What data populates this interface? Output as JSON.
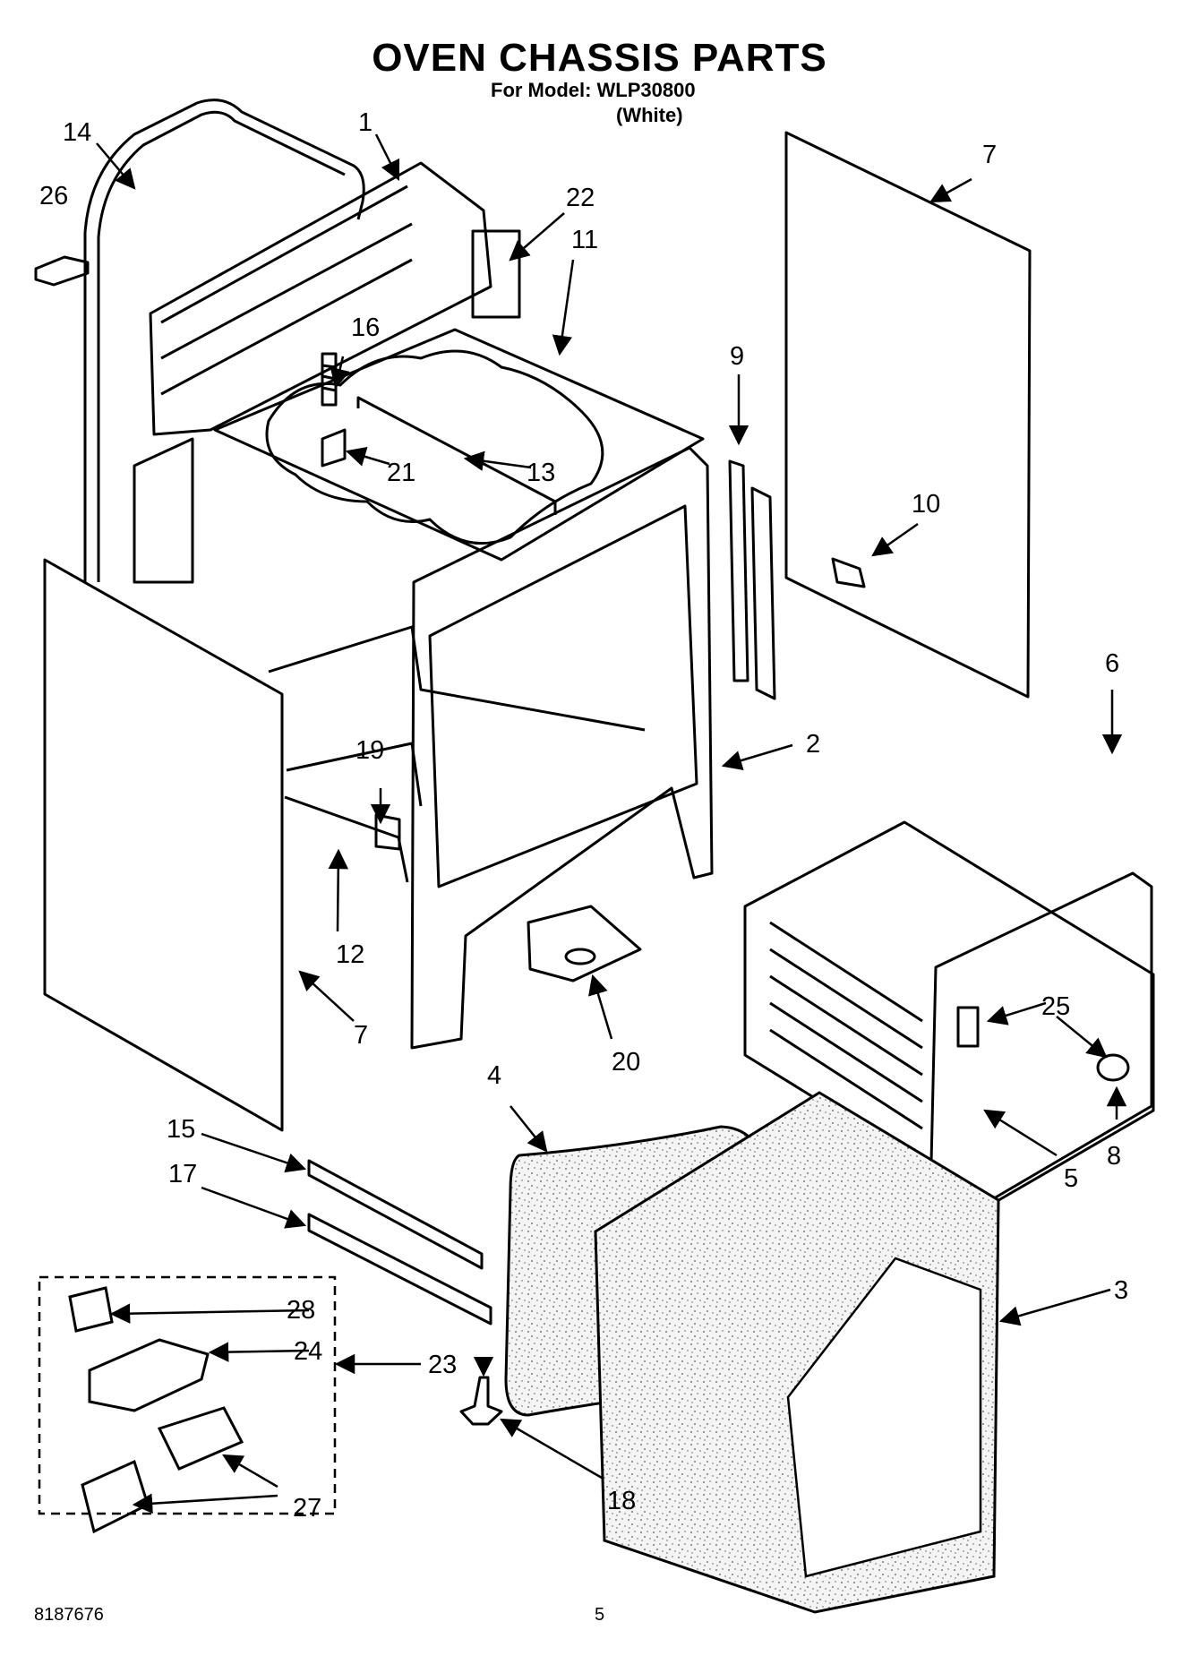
{
  "header": {
    "title": "OVEN CHASSIS PARTS",
    "model_line": "For Model: WLP30800",
    "variant": "(White)"
  },
  "footer": {
    "doc_number": "8187676",
    "page_number": "5"
  },
  "callouts": [
    "1",
    "2",
    "3",
    "4",
    "5",
    "6",
    "7",
    "7",
    "8",
    "9",
    "10",
    "11",
    "12",
    "13",
    "14",
    "15",
    "16",
    "17",
    "18",
    "19",
    "20",
    "21",
    "22",
    "23",
    "24",
    "25",
    "26",
    "27",
    "28"
  ],
  "colors": {
    "line": "#000000",
    "background": "#ffffff",
    "insulation_dots": "#555555"
  }
}
